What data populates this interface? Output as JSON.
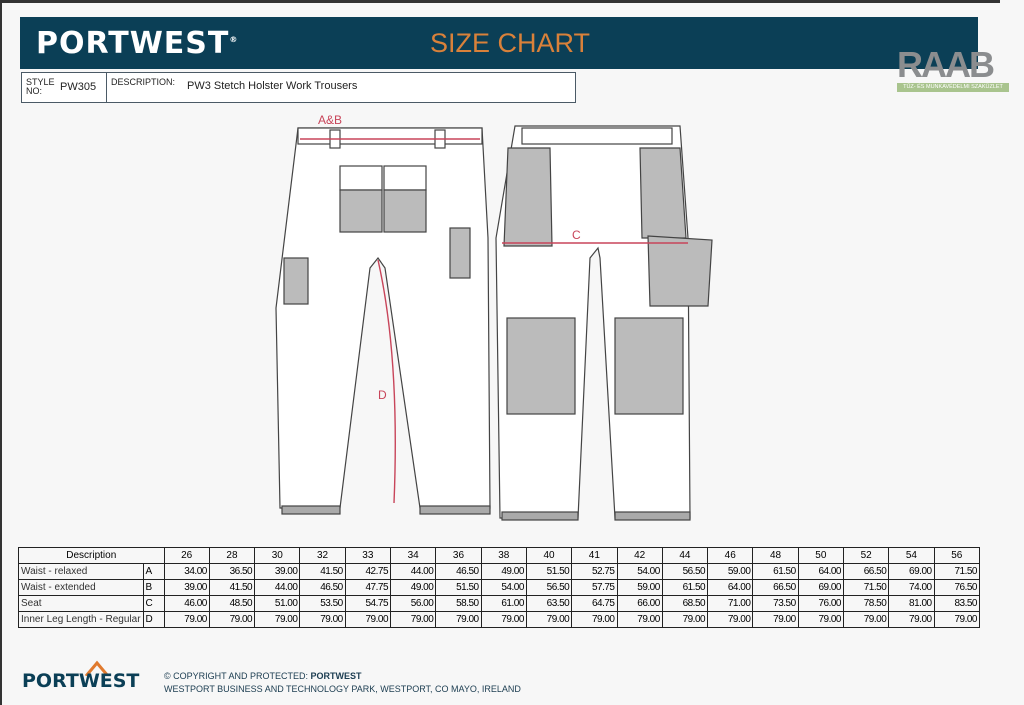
{
  "header": {
    "brand": "PORTWEST",
    "title": "SIZE CHART",
    "style_label": "STYLE NO:",
    "style_no": "PW305",
    "description_label": "DESCRIPTION:",
    "description": "PW3 Stetch Holster Work Trousers"
  },
  "watermark": {
    "name": "RAAB",
    "tagline": "TŰZ- ÉS MUNKAVÉDELMI SZAKÜZLET"
  },
  "diagram": {
    "labels": {
      "ab": "A&B",
      "c": "C",
      "d": "D"
    },
    "colors": {
      "measure": "#c8455a",
      "panel": "#b8b8b8"
    }
  },
  "table": {
    "header_label": "Description",
    "sizes": [
      "26",
      "28",
      "30",
      "32",
      "33",
      "34",
      "36",
      "38",
      "40",
      "41",
      "42",
      "44",
      "46",
      "48",
      "50",
      "52",
      "54",
      "56"
    ],
    "rows": [
      {
        "label": "Waist - relaxed",
        "code": "A",
        "values": [
          "34.00",
          "36.50",
          "39.00",
          "41.50",
          "42.75",
          "44.00",
          "46.50",
          "49.00",
          "51.50",
          "52.75",
          "54.00",
          "56.50",
          "59.00",
          "61.50",
          "64.00",
          "66.50",
          "69.00",
          "71.50"
        ]
      },
      {
        "label": "Waist - extended",
        "code": "B",
        "values": [
          "39.00",
          "41.50",
          "44.00",
          "46.50",
          "47.75",
          "49.00",
          "51.50",
          "54.00",
          "56.50",
          "57.75",
          "59.00",
          "61.50",
          "64.00",
          "66.50",
          "69.00",
          "71.50",
          "74.00",
          "76.50"
        ]
      },
      {
        "label": "Seat",
        "code": "C",
        "values": [
          "46.00",
          "48.50",
          "51.00",
          "53.50",
          "54.75",
          "56.00",
          "58.50",
          "61.00",
          "63.50",
          "64.75",
          "66.00",
          "68.50",
          "71.00",
          "73.50",
          "76.00",
          "78.50",
          "81.00",
          "83.50"
        ]
      },
      {
        "label": "Inner Leg Length - Regular",
        "code": "D",
        "values": [
          "79.00",
          "79.00",
          "79.00",
          "79.00",
          "79.00",
          "79.00",
          "79.00",
          "79.00",
          "79.00",
          "79.00",
          "79.00",
          "79.00",
          "79.00",
          "79.00",
          "79.00",
          "79.00",
          "79.00",
          "79.00"
        ]
      }
    ]
  },
  "footer": {
    "brand": "PORTWEST",
    "copyright_prefix": "© COPYRIGHT AND PROTECTED: ",
    "copyright_owner": "PORTWEST",
    "address": "WESTPORT BUSINESS AND TECHNOLOGY PARK, WESTPORT, CO MAYO, IRELAND"
  }
}
